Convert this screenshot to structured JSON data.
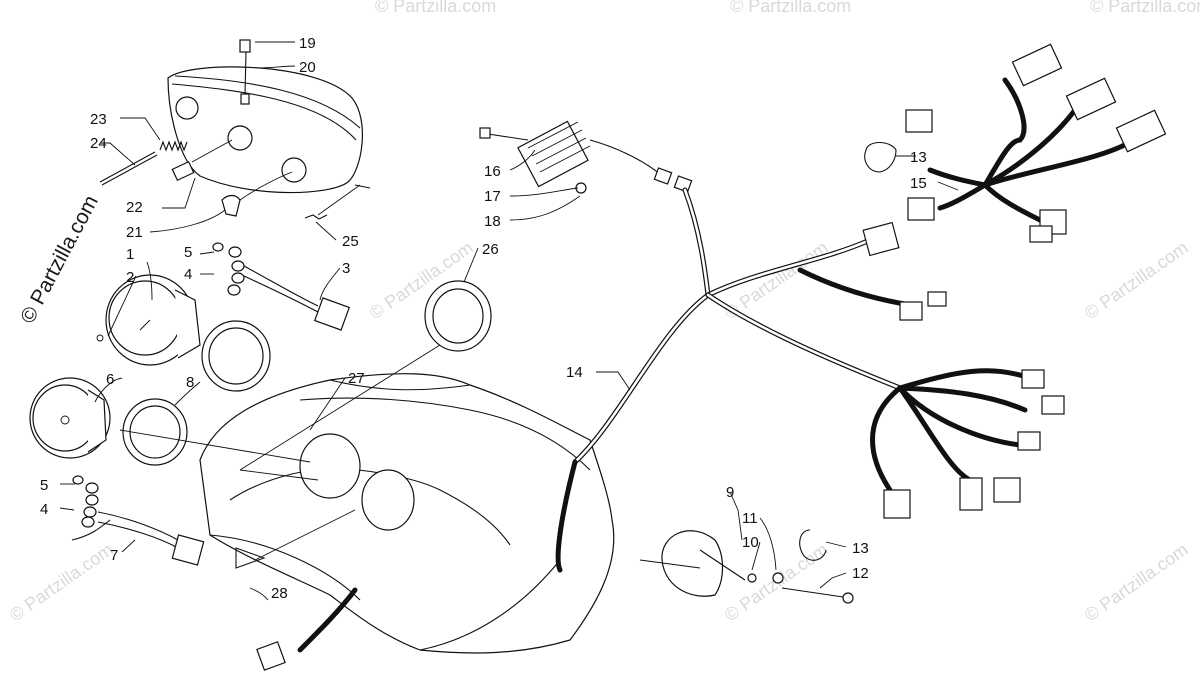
{
  "watermark": {
    "brand": "© Partzilla.com",
    "repeat": "© Partzilla.com"
  },
  "callouts": [
    "1",
    "2",
    "3",
    "4",
    "5",
    "6",
    "7",
    "8",
    "9",
    "10",
    "11",
    "12",
    "13",
    "14",
    "15",
    "16",
    "17",
    "18",
    "19",
    "20",
    "21",
    "22",
    "23",
    "24",
    "25",
    "26",
    "27",
    "28",
    "4",
    "5",
    "13"
  ]
}
